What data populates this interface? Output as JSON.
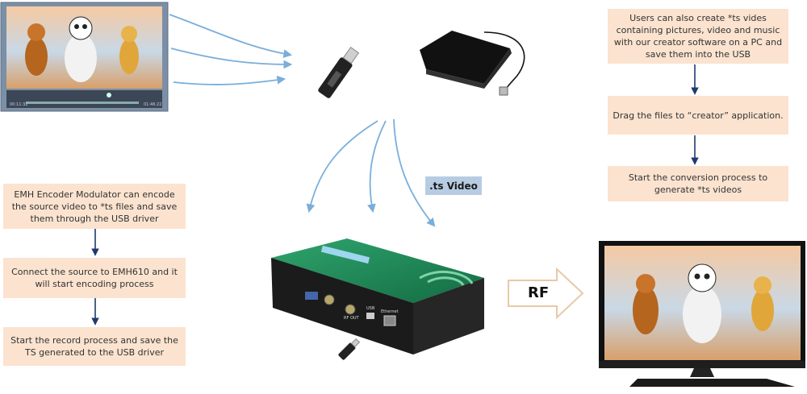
{
  "left_steps": [
    "EMH Encoder Modulator can encode the source video to *ts files and save them through the USB driver",
    "Connect the source to EMH610 and it will start encoding process",
    "Start the record process and save the TS generated to the USB driver"
  ],
  "right_steps": [
    "Users can also create *ts vides containing pictures, video and music with our creator software on a PC and save them into the USB",
    "Drag the files to “creator” application.",
    "Start the conversion process to generate *ts videos"
  ],
  "ts_label": ".ts Video",
  "rf_label": "RF",
  "device_labels": {
    "usb": "USB",
    "ethernet": "Ethernet",
    "rf_out": "RF OUT"
  },
  "player": {
    "time_left": "00:11:32",
    "time_right": "01:46:22"
  },
  "colors": {
    "step_box": "#fbe3cf",
    "tag_box": "#b7cce2",
    "arrow": "#7aaedb",
    "connector": "#1f3a6e",
    "device_green": "#1f8a5a"
  }
}
